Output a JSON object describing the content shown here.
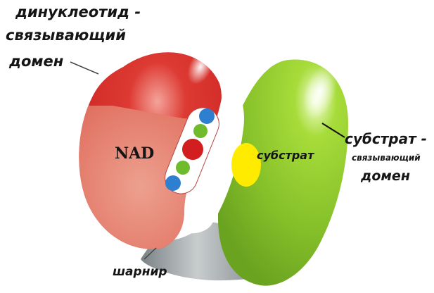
{
  "labels": {
    "dinucleotide_line1": "динуклеотид -",
    "dinucleotide_line2": "связывающий",
    "dinucleotide_line3": "домен",
    "nad": "NAD",
    "substrate_inner": "субстрат",
    "substrate_line1": "субстрат -",
    "substrate_line2": "связывающий",
    "substrate_line3": "домен",
    "hinge": "шарнир"
  },
  "colors": {
    "red_domain_dark": "#d92a2a",
    "red_domain_light": "#e47766",
    "green_domain": "#8cc62c",
    "hinge_gray": "#9aa0a2",
    "substrate_yellow": "#ffeb00",
    "nad_blue": "#2f7fd0",
    "nad_green": "#6fbb2c",
    "nad_red": "#d21e1e"
  }
}
